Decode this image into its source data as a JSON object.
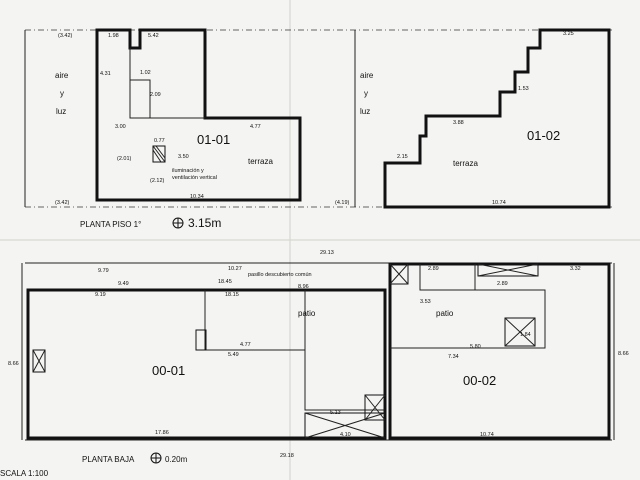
{
  "upper": {
    "title": "PLANTA PISO 1°",
    "level": "3.15m",
    "units": [
      "01-01",
      "01-02"
    ],
    "aire_left": [
      "aire",
      "y",
      "luz"
    ],
    "aire_right": [
      "aire",
      "y",
      "luz"
    ],
    "terraza_left": "terraza",
    "terraza_right": "terraza",
    "note": [
      "iluminación y",
      "ventilación vertical"
    ]
  },
  "lower": {
    "title": "PLANTA BAJA",
    "level": "0.20m",
    "units": [
      "00-01",
      "00-02"
    ],
    "pasillo": "pasillo descubierto común",
    "patio_left": "patio",
    "patio_right": "patio",
    "dim_top": "29.13",
    "dim_bottom": "29.18",
    "dim_left": "8.66",
    "dim_right": "8.66"
  },
  "scale": "SCALA 1:100",
  "dims": {
    "d1": "(3.42)",
    "d2": "1.98",
    "d3": "5.42",
    "d4": "4.31",
    "d5": "1.02",
    "d6": "2.09",
    "d7": "3.00",
    "d8": "4.77",
    "d9": "(2.01)",
    "d10": "0.77",
    "d11": "3.50",
    "d12": "(2.12)",
    "d13": "10.34",
    "d14": "(3.42)",
    "d15": "(4.19)",
    "d16": "3.25",
    "d17": "1.53",
    "d18": "3.88",
    "d19": "2.15",
    "d20": "10.74",
    "d21": "9.79",
    "d22": "9.49",
    "d23": "10.27",
    "d24": "18.45",
    "d25": "8.96",
    "d26": "9.19",
    "d27": "18.15",
    "d28": "4.77",
    "d29": "5.49",
    "d30": "17.86",
    "d31": "4.10",
    "d32": "5.13",
    "d33": "2.89",
    "d34": "3.53",
    "d35": "7.34",
    "d36": "5.80",
    "d37": "10.74",
    "d38": "3.32",
    "d39": "1.84",
    "d40": "2.89"
  }
}
